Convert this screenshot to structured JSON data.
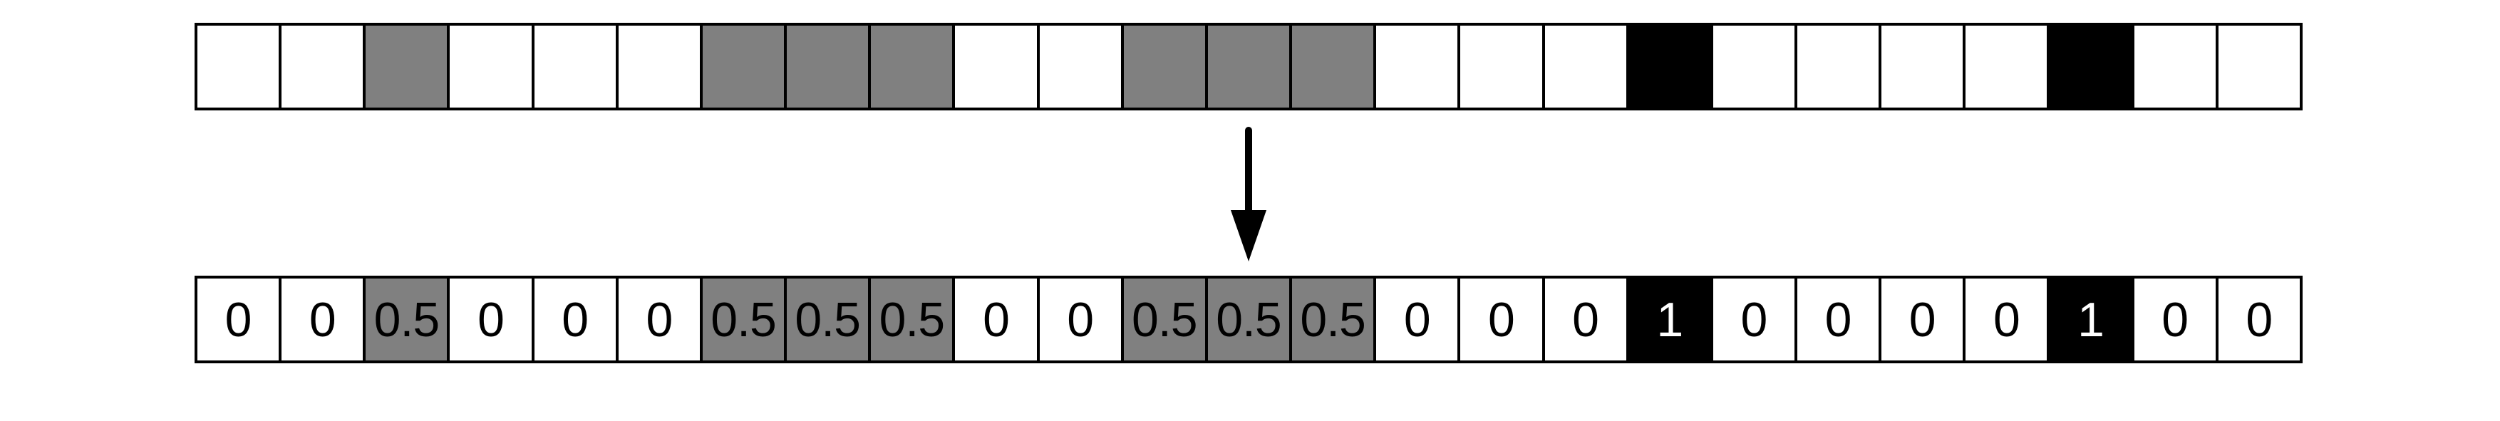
{
  "colors": {
    "cell_white": "#ffffff",
    "cell_gray": "#808080",
    "cell_black": "#000000",
    "border": "#000000",
    "text_on_light": "#000000",
    "text_on_dark": "#ffffff",
    "arrow": "#000000"
  },
  "arrow": {
    "direction": "down"
  },
  "top_row": {
    "cells": [
      {
        "shade": "white"
      },
      {
        "shade": "white"
      },
      {
        "shade": "gray"
      },
      {
        "shade": "white"
      },
      {
        "shade": "white"
      },
      {
        "shade": "white"
      },
      {
        "shade": "gray"
      },
      {
        "shade": "gray"
      },
      {
        "shade": "gray"
      },
      {
        "shade": "white"
      },
      {
        "shade": "white"
      },
      {
        "shade": "gray"
      },
      {
        "shade": "gray"
      },
      {
        "shade": "gray"
      },
      {
        "shade": "white"
      },
      {
        "shade": "white"
      },
      {
        "shade": "white"
      },
      {
        "shade": "black"
      },
      {
        "shade": "white"
      },
      {
        "shade": "white"
      },
      {
        "shade": "white"
      },
      {
        "shade": "white"
      },
      {
        "shade": "black"
      },
      {
        "shade": "white"
      },
      {
        "shade": "white"
      }
    ]
  },
  "bottom_row": {
    "cells": [
      {
        "shade": "white",
        "value": "0"
      },
      {
        "shade": "white",
        "value": "0"
      },
      {
        "shade": "gray",
        "value": "0.5"
      },
      {
        "shade": "white",
        "value": "0"
      },
      {
        "shade": "white",
        "value": "0"
      },
      {
        "shade": "white",
        "value": "0"
      },
      {
        "shade": "gray",
        "value": "0.5"
      },
      {
        "shade": "gray",
        "value": "0.5"
      },
      {
        "shade": "gray",
        "value": "0.5"
      },
      {
        "shade": "white",
        "value": "0"
      },
      {
        "shade": "white",
        "value": "0"
      },
      {
        "shade": "gray",
        "value": "0.5"
      },
      {
        "shade": "gray",
        "value": "0.5"
      },
      {
        "shade": "gray",
        "value": "0.5"
      },
      {
        "shade": "white",
        "value": "0"
      },
      {
        "shade": "white",
        "value": "0"
      },
      {
        "shade": "white",
        "value": "0"
      },
      {
        "shade": "black",
        "value": "1"
      },
      {
        "shade": "white",
        "value": "0"
      },
      {
        "shade": "white",
        "value": "0"
      },
      {
        "shade": "white",
        "value": "0"
      },
      {
        "shade": "white",
        "value": "0"
      },
      {
        "shade": "black",
        "value": "1"
      },
      {
        "shade": "white",
        "value": "0"
      },
      {
        "shade": "white",
        "value": "0"
      }
    ]
  }
}
